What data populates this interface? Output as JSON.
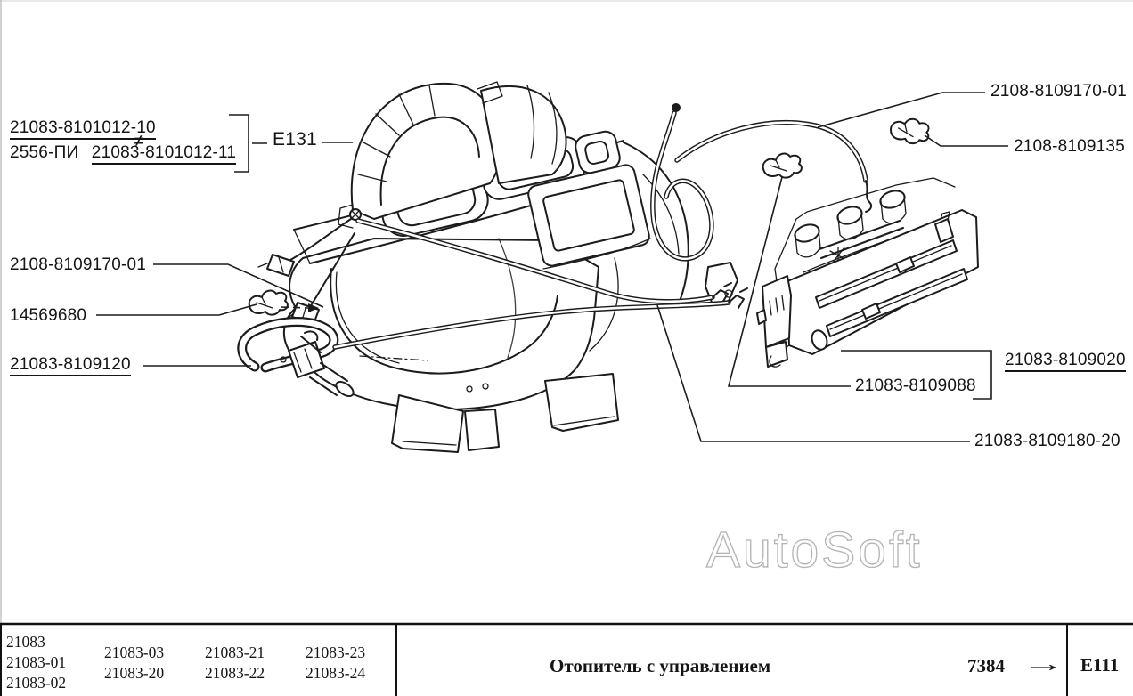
{
  "callouts": {
    "part_group_a": "21083-8101012-10",
    "part_group_b_prefix": "2556-ПИ",
    "part_group_b": "21083-8101012-11",
    "not_equal": "≠",
    "section_ref": "Е131",
    "cable_left": "2108-8109170-01",
    "clip_left": "14569680",
    "valve": "21083-8109120",
    "cable_right": "2108-8109170-01",
    "clip_right": "2108-8109135",
    "control_panel": "21083-8109020",
    "panel_clip": "21083-8109088",
    "cable_pair": "21083-8109180-20"
  },
  "watermark": {
    "text": "AutoSoft"
  },
  "footer": {
    "applicable_models": {
      "col1": [
        "21083",
        "21083-01",
        "21083-02"
      ],
      "col2": [
        "21083-03",
        "21083-20"
      ],
      "col3": [
        "21083-21",
        "21083-22"
      ],
      "col4": [
        "21083-23",
        "21083-24"
      ]
    },
    "title": "Отопитель с управлением",
    "page_number": "7384",
    "arrow_icon": "→",
    "section_code": "Е111"
  },
  "colors": {
    "ink": "#151515",
    "watermark_outline": "#b3b3b3"
  }
}
